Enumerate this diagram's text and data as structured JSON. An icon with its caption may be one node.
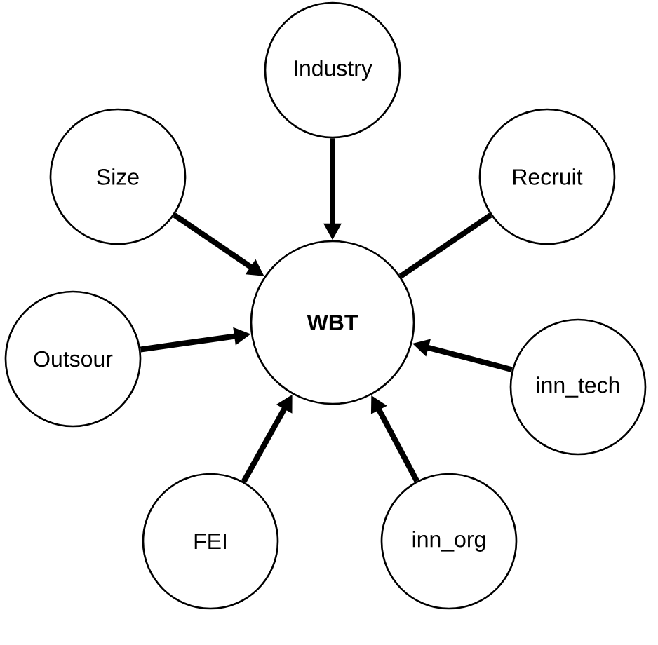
{
  "diagram": {
    "nodes": [
      {
        "text": [
          "WBT"
        ]
      },
      {
        "text": [
          "Industry"
        ]
      },
      {
        "text": [
          "Size"
        ]
      },
      {
        "text": [
          "Recruit"
        ]
      },
      {
        "text": [
          "Outsour"
        ]
      },
      {
        "text": [
          "inn_tech"
        ]
      },
      {
        "text": [
          "FEI"
        ]
      },
      {
        "text": [
          "inn_org"
        ]
      }
    ],
    "edges": [
      {
        "from": 1,
        "to": 0,
        "arrow": "to"
      },
      {
        "from": 2,
        "to": 0,
        "arrow": "to"
      },
      {
        "from": 3,
        "to": 0,
        "arrow": "none"
      },
      {
        "from": 4,
        "to": 0,
        "arrow": "to"
      },
      {
        "from": 5,
        "to": 0,
        "arrow": "to"
      },
      {
        "from": 6,
        "to": 0,
        "arrow": "to"
      },
      {
        "from": 7,
        "to": 0,
        "arrow": "to"
      }
    ]
  }
}
